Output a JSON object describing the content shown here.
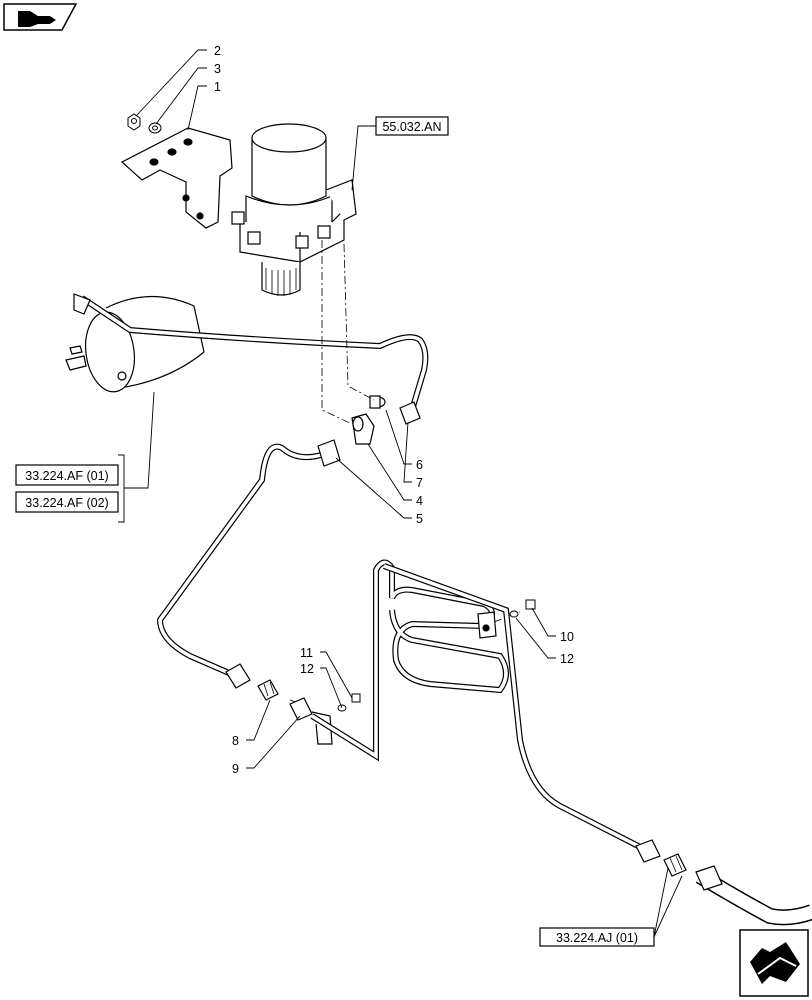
{
  "icons": {
    "top_left": "book-navigation-icon",
    "bottom_right": "next-page-arrow-icon"
  },
  "refs": {
    "valve": "55.032.AN",
    "tank_1": "33.224.AF (01)",
    "tank_2": "33.224.AF (02)",
    "line": "33.224.AJ (01)"
  },
  "callouts": {
    "c1": "1",
    "c2": "2",
    "c3": "3",
    "c4": "4",
    "c5": "5",
    "c6": "6",
    "c7": "7",
    "c8": "8",
    "c9": "9",
    "c10": "10",
    "c11": "11",
    "c12a": "12",
    "c12b": "12"
  }
}
